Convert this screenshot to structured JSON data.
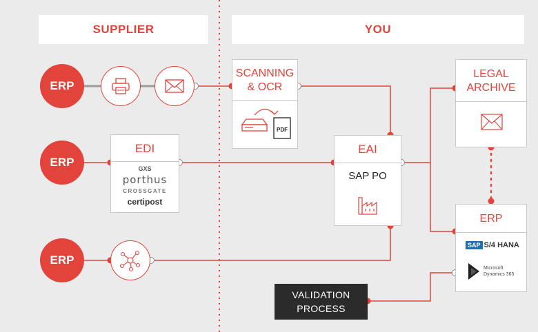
{
  "headers": {
    "supplier": "SUPPLIER",
    "you": "YOU"
  },
  "supplier_nodes": {
    "erp_label": "ERP"
  },
  "edi": {
    "title": "EDI",
    "logos": [
      "GXS",
      "porthus",
      "CROSSGATE",
      "certipost"
    ]
  },
  "scanning": {
    "title_line1": "SCANNING",
    "title_line2": "& OCR",
    "pdf_label": "PDF"
  },
  "eai": {
    "title": "EAI",
    "subtitle": "SAP PO"
  },
  "legal_archive": {
    "title_line1": "LEGAL",
    "title_line2": "ARCHIVE"
  },
  "erp_target": {
    "title": "ERP",
    "logos": {
      "sap": "SAP",
      "s4hana": "S/4 HANA",
      "ms_line1": "Microsoft",
      "ms_line2": "Dynamics 365"
    }
  },
  "validation": {
    "line1": "VALIDATION",
    "line2": "PROCESS"
  },
  "colors": {
    "accent": "#e2433a",
    "background": "#ebebeb",
    "dark_box": "#2b2b2b",
    "border": "#c8c8c8"
  }
}
